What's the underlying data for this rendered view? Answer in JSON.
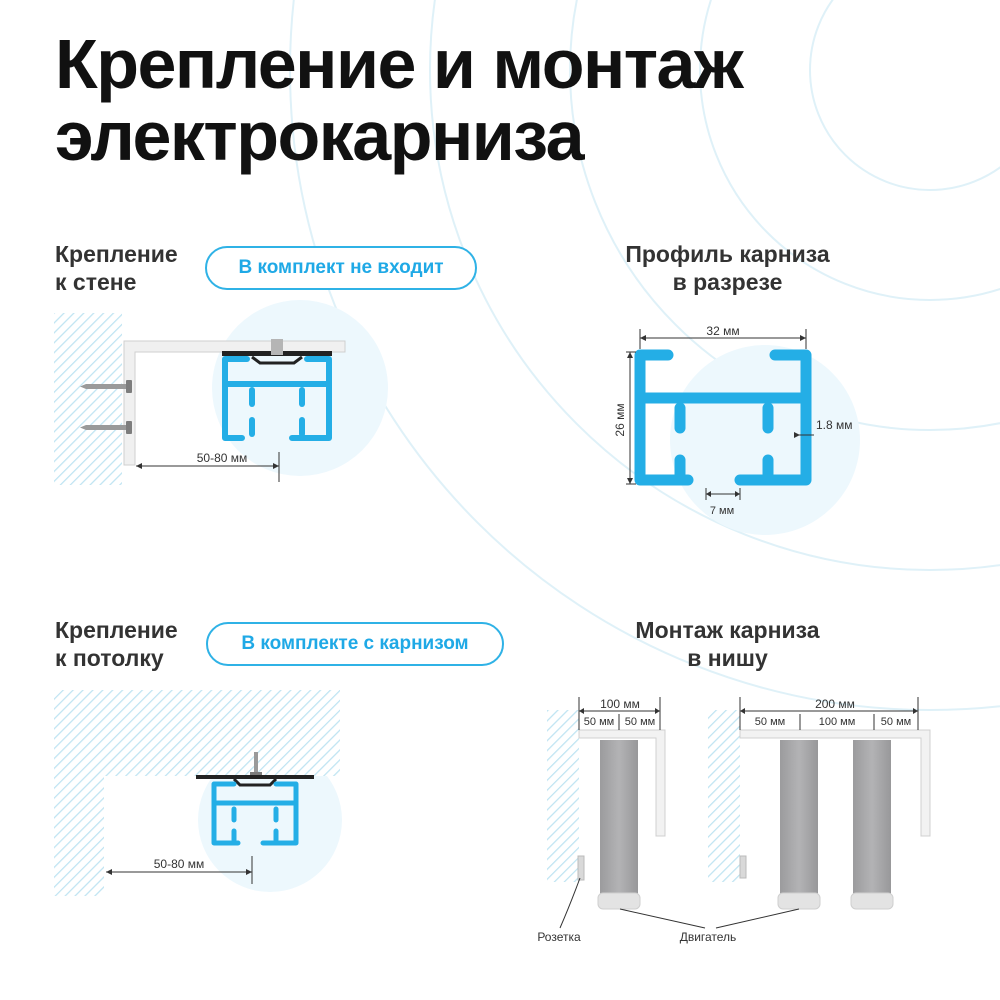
{
  "title": {
    "line1": "Крепление и монтаж",
    "line2": "электрокарниза"
  },
  "colors": {
    "accent": "#24aee6",
    "hatch": "#d8eef6",
    "circle": "#edf8fd",
    "motor": "#a3a3a5"
  },
  "wall": {
    "heading": {
      "line1": "Крепление",
      "line2": "к стене"
    },
    "badge": "В комплект не входит",
    "dim": "50-80 мм"
  },
  "profile": {
    "heading": {
      "line1": "Профиль карниза",
      "line2": "в разрезе"
    },
    "width": "32 мм",
    "height": "26 мм",
    "thickness": "1.8 мм",
    "gap": "7 мм"
  },
  "ceiling": {
    "heading": {
      "line1": "Крепление",
      "line2": "к потолку"
    },
    "badge": "В комплекте с карнизом",
    "dim": "50-80 мм"
  },
  "niche": {
    "heading": {
      "line1": "Монтаж карниза",
      "line2": "в нишу"
    },
    "left_total": "100 мм",
    "left_a": "50 мм",
    "left_b": "50 мм",
    "right_total": "200 мм",
    "right_a": "50 мм",
    "right_b": "100 мм",
    "right_c": "50 мм",
    "socket_label": "Розетка",
    "motor_label": "Двигатель"
  }
}
